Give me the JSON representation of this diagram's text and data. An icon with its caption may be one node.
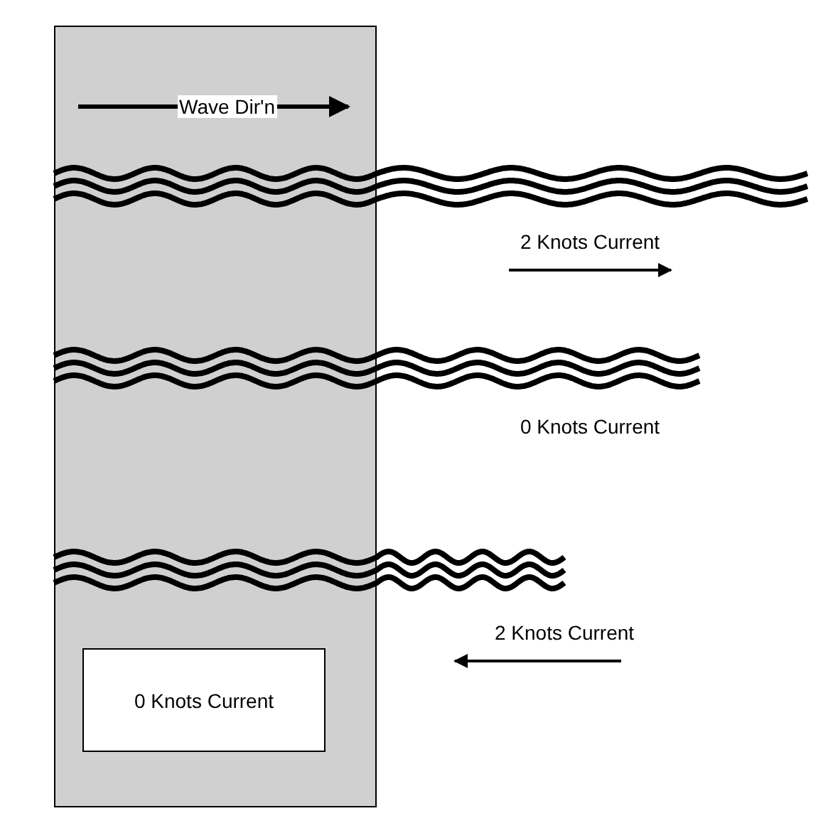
{
  "diagram": {
    "nodes": [
      {
        "text": [],
        "shape": "box"
      },
      {
        "text": [
          "0 Knots Current"
        ],
        "in": 0
      }
    ],
    "edges": [],
    "labels": [
      "Wave Dir'n",
      "2 Knots Current",
      "0 Knots Current",
      "2 Knots Current"
    ]
  }
}
